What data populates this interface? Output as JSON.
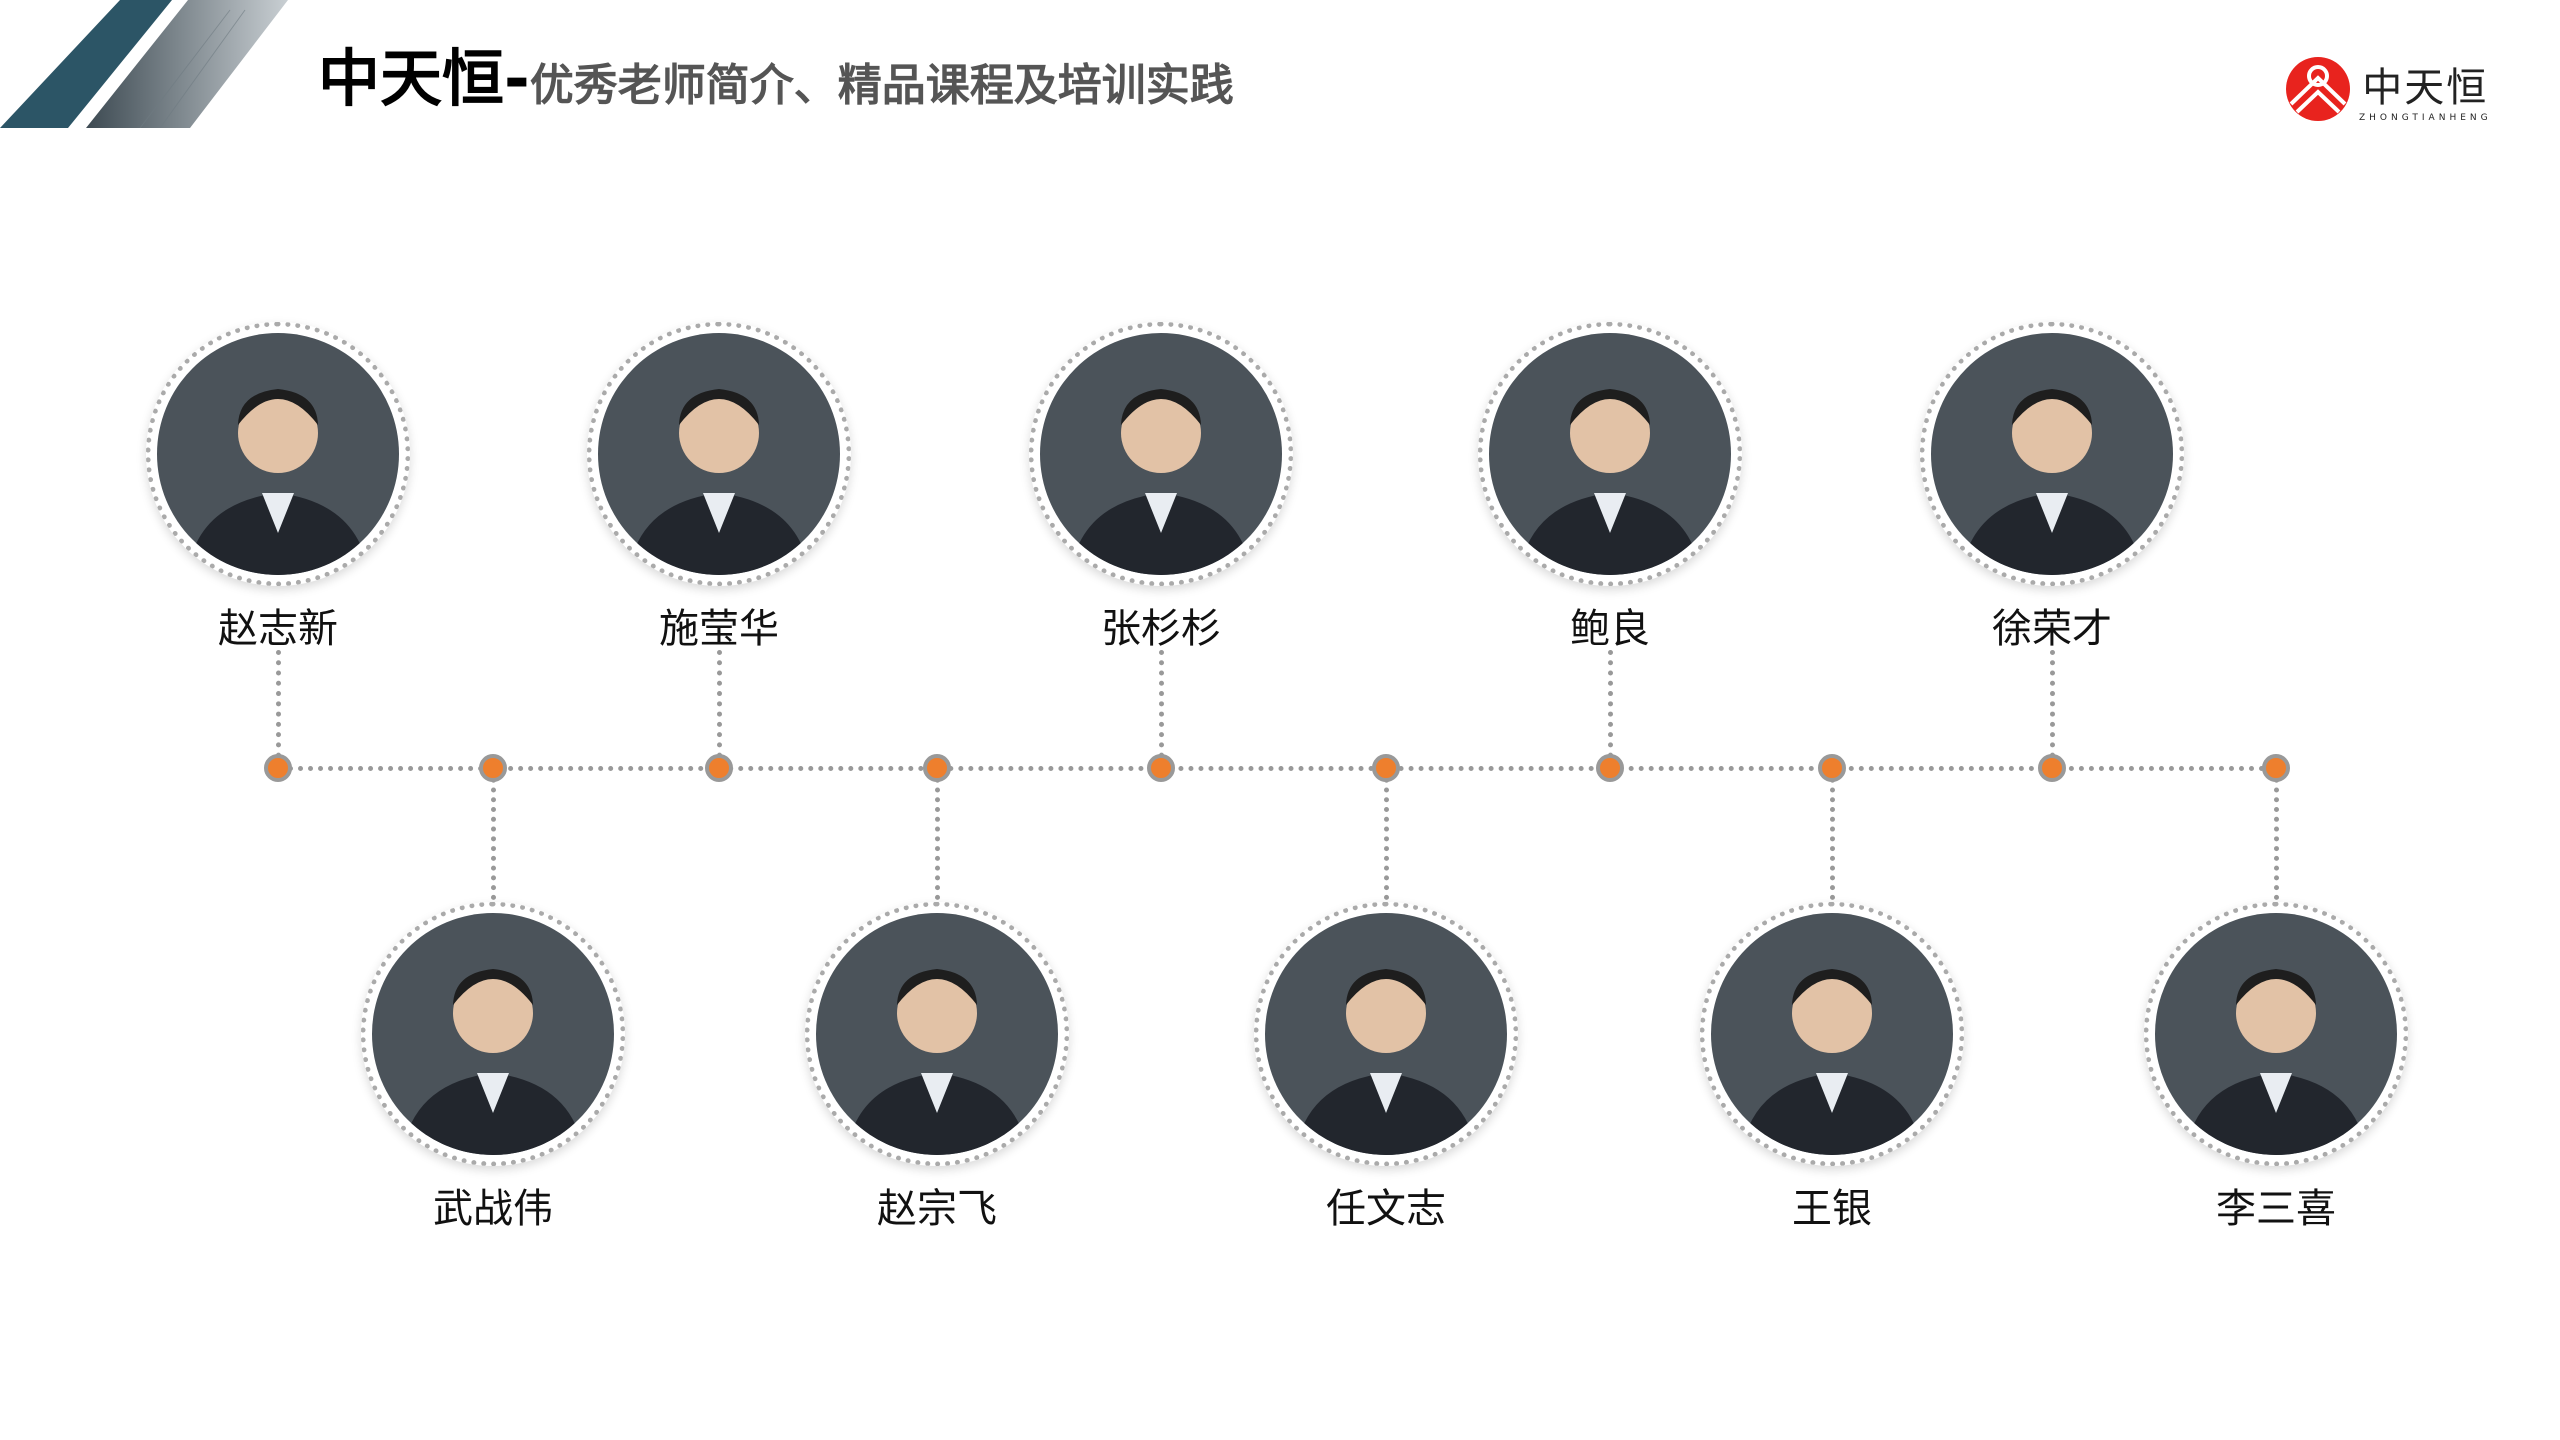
{
  "header": {
    "title_main": "中天恒-",
    "title_sub": "优秀老师简介、精品课程及培训实践"
  },
  "logo": {
    "cn": "中天恒",
    "en": "ZHONGTIANHENG"
  },
  "colors": {
    "accent": "#ee7f2d",
    "line": "#999999",
    "teal": "#2c5566",
    "logo_red": "#e8231e"
  },
  "teachers_top": [
    {
      "name": "赵志新"
    },
    {
      "name": "施莹华"
    },
    {
      "name": "张杉杉"
    },
    {
      "name": "鲍良"
    },
    {
      "name": "徐荣才"
    }
  ],
  "teachers_bottom": [
    {
      "name": "武战伟"
    },
    {
      "name": "赵宗飞"
    },
    {
      "name": "任文志"
    },
    {
      "name": "王银"
    },
    {
      "name": "李三喜"
    }
  ]
}
